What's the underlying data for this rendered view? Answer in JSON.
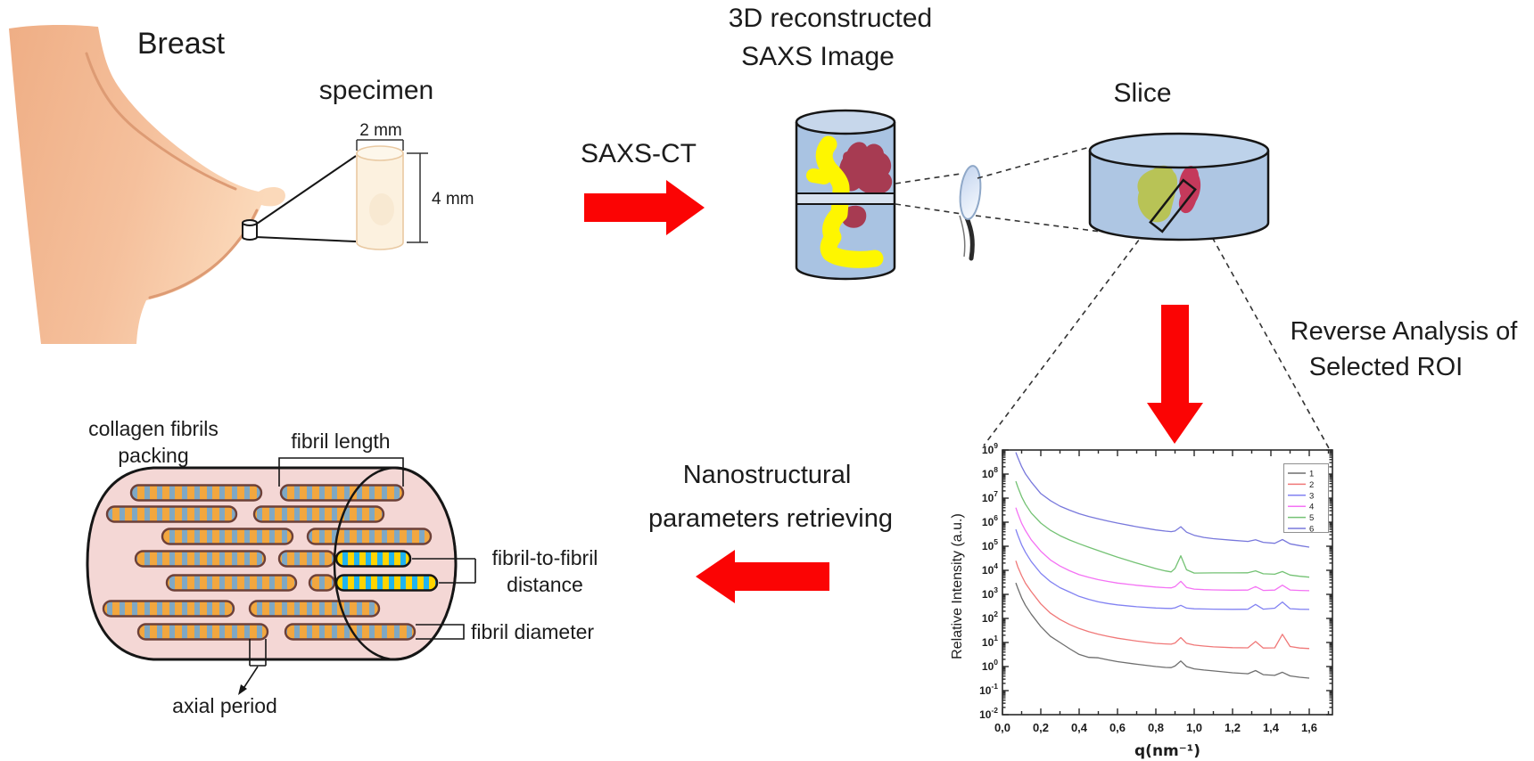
{
  "labels": {
    "breast": "Breast",
    "specimen": "specimen",
    "dim_width": "2 mm",
    "dim_height": "4 mm",
    "saxs_ct": "SAXS-CT",
    "recon_line1": "3D reconstructed",
    "recon_line2": "SAXS Image",
    "slice": "Slice",
    "reverse_line1": "Reverse Analysis of",
    "reverse_line2": "Selected ROI",
    "nano_line1": "Nanostructural",
    "nano_line2": "parameters retrieving",
    "collagen_line1": "collagen fibrils",
    "collagen_line2": "packing",
    "fibril_length": "fibril length",
    "fibril_to_fibril_line1": "fibril-to-fibril",
    "fibril_to_fibril_line2": "distance",
    "fibril_diameter": "fibril diameter",
    "axial_period": "axial period"
  },
  "colors": {
    "arrow_red": "#fb0404",
    "cylinder_blue": "#a9c3e2",
    "cylinder_blue_top": "#c7d7eb",
    "slice_blue": "#aec6e3",
    "slice_blue_top": "#bdd2ea",
    "yellow_region": "#fef600",
    "tumor_red": "#a73b52",
    "slice_green": "#b8c356",
    "slice_red": "#c4395b",
    "skin": "#f5c09c",
    "skin_dark": "#efae85",
    "skin_light": "#fbd9ba",
    "skin_line": "#dd9b74",
    "specimen_fill": "#fcf1df",
    "specimen_top": "#fdf7eb",
    "specimen_stroke": "#e9c9a2",
    "capsule_pink": "#f4d7d5",
    "fibril_orange": "#f2a73f",
    "fibril_blue": "#7fa8c4",
    "fibril_outline": "#6d4038",
    "fibril_hi_yellow": "#ffd400",
    "fibril_hi_cyan": "#1fb4f0",
    "outline_dark": "#161616"
  },
  "chart_data": {
    "type": "line",
    "title": "",
    "xlabel": "q(nm⁻¹)",
    "ylabel": "Relative Intensity (a.u.)",
    "x_scale": "linear",
    "y_scale": "log",
    "xlim": [
      0,
      1.72
    ],
    "ylim": [
      0.01,
      1000000000
    ],
    "grid": false,
    "legend_position": "top-right",
    "x_ticks": [
      "0,0",
      "0,2",
      "0,4",
      "0,6",
      "0,8",
      "1,0",
      "1,2",
      "1,4",
      "1,6"
    ],
    "x_tick_values": [
      0,
      0.2,
      0.4,
      0.6,
      0.8,
      1.0,
      1.2,
      1.4,
      1.6
    ],
    "y_tick_exponents": [
      -2,
      -1,
      0,
      1,
      2,
      3,
      4,
      5,
      6,
      7,
      8,
      9
    ],
    "peak_positions_q": [
      0.93,
      1.32,
      1.46
    ],
    "x": [
      0.07,
      0.08,
      0.1,
      0.12,
      0.15,
      0.2,
      0.25,
      0.3,
      0.35,
      0.4,
      0.45,
      0.5,
      0.55,
      0.6,
      0.7,
      0.8,
      0.85,
      0.88,
      0.9,
      0.93,
      0.96,
      1.0,
      1.05,
      1.1,
      1.2,
      1.28,
      1.32,
      1.36,
      1.42,
      1.46,
      1.5,
      1.55,
      1.6
    ],
    "series": [
      {
        "name": "1",
        "color": "#6e6e6e",
        "values": [
          3000,
          1800,
          720,
          350,
          150,
          46,
          18,
          10,
          5.5,
          3.2,
          2.4,
          2.3,
          1.9,
          1.6,
          1.25,
          1.0,
          0.92,
          0.9,
          1.05,
          1.7,
          1.0,
          0.8,
          0.72,
          0.66,
          0.55,
          0.5,
          0.68,
          0.46,
          0.43,
          0.58,
          0.41,
          0.36,
          0.33
        ]
      },
      {
        "name": "2",
        "color": "#f07878",
        "values": [
          25000,
          14000,
          6000,
          2900,
          1300,
          400,
          165,
          90,
          56,
          38,
          28,
          22,
          18,
          15,
          11.5,
          9.2,
          8.7,
          8.5,
          9.5,
          16,
          9.3,
          7.8,
          7.1,
          6.6,
          6.1,
          6.0,
          11,
          5.9,
          6.0,
          22,
          6.8,
          5.9,
          5.6
        ]
      },
      {
        "name": "3",
        "color": "#8282f2",
        "values": [
          500000,
          290000,
          115000,
          56000,
          23000,
          7500,
          3400,
          1900,
          1250,
          820,
          620,
          490,
          415,
          365,
          305,
          272,
          263,
          259,
          275,
          350,
          268,
          252,
          247,
          243,
          239,
          241,
          380,
          243,
          266,
          480,
          253,
          241,
          236
        ]
      },
      {
        "name": "4",
        "color": "#f472f4",
        "values": [
          4000000,
          2300000,
          900000,
          450000,
          185000,
          62000,
          27000,
          15000,
          9600,
          6600,
          5100,
          4100,
          3450,
          2950,
          2380,
          2020,
          1900,
          1860,
          2100,
          3500,
          1950,
          1660,
          1570,
          1530,
          1490,
          1500,
          2100,
          1460,
          1500,
          2400,
          1520,
          1450,
          1420
        ]
      },
      {
        "name": "5",
        "color": "#74c274",
        "values": [
          50000000,
          29000000,
          11500000,
          5600000,
          2400000,
          920000,
          460000,
          275000,
          182000,
          127000,
          91000,
          66000,
          48000,
          35000,
          20000,
          11800,
          9400,
          8600,
          12000,
          40000,
          10500,
          7700,
          7750,
          7800,
          7820,
          7900,
          9500,
          7150,
          6900,
          8900,
          6350,
          5650,
          5200
        ]
      },
      {
        "name": "6",
        "color": "#7878dc",
        "values": [
          800000000,
          490000000,
          205000000,
          102000000,
          47000000,
          15500000,
          7900000,
          4650000,
          3150000,
          2250000,
          1720000,
          1380000,
          1120000,
          920000,
          650000,
          475000,
          425000,
          405000,
          430000,
          650000,
          385000,
          285000,
          232000,
          207000,
          177000,
          159000,
          185000,
          146000,
          133000,
          190000,
          126000,
          106000,
          92000
        ]
      }
    ]
  }
}
